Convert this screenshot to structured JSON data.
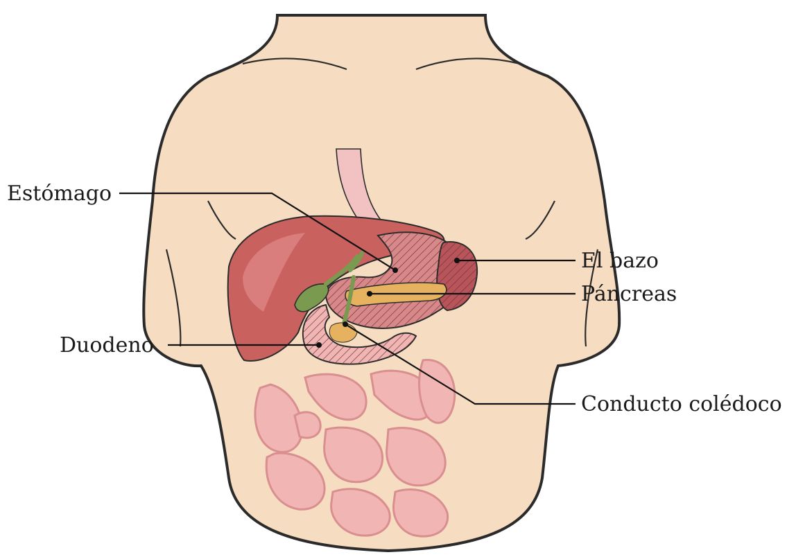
{
  "labels": {
    "estomago": "Estómago",
    "bazo": "El bazo",
    "pancreas": "Páncreas",
    "duodeno": "Duodeno",
    "coledoco": "Conducto colédoco"
  },
  "colors": {
    "background": "#ffffff",
    "skin": "#f6dcc0",
    "skin_shadow": "#e9c3a0",
    "outline": "#2b2b2b",
    "liver": "#c9615f",
    "liver_highlight": "#e0898a",
    "stomach": "#d9888a",
    "spleen": "#b8545a",
    "pancreas": "#e6b25f",
    "gallbladder": "#7a9a4f",
    "intestine": "#f1b5b3",
    "intestine_shadow": "#d98e8f",
    "esophagus": "#f2c2c2",
    "leader_line": "#111111"
  }
}
